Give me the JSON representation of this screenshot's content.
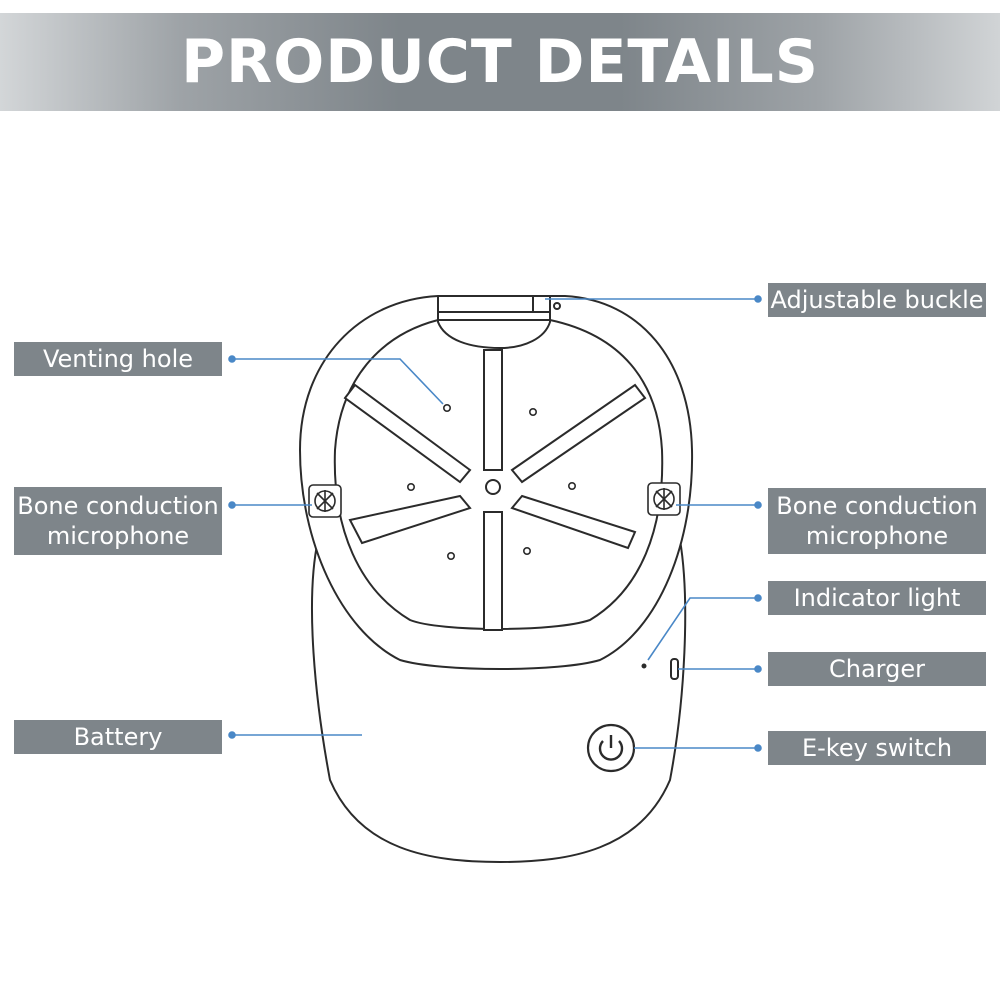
{
  "header": {
    "title": "PRODUCT DETAILS"
  },
  "colors": {
    "banner": "#7e858a",
    "label_bg": "#7e858a",
    "leader_line": "#4a88c7",
    "outline": "#2b2b2b"
  },
  "labels": {
    "venting_hole": "Venting hole",
    "bone_mic_left": [
      "Bone conduction",
      "microphone"
    ],
    "bone_mic_right": [
      "Bone conduction",
      "microphone"
    ],
    "battery": "Battery",
    "adjustable_buckle": "Adjustable buckle",
    "indicator_light": "Indicator light",
    "charger": "Charger",
    "ekey_switch": "E-key switch"
  },
  "icons": {
    "power": "power-icon",
    "microphone": "bone-mic-icon"
  }
}
